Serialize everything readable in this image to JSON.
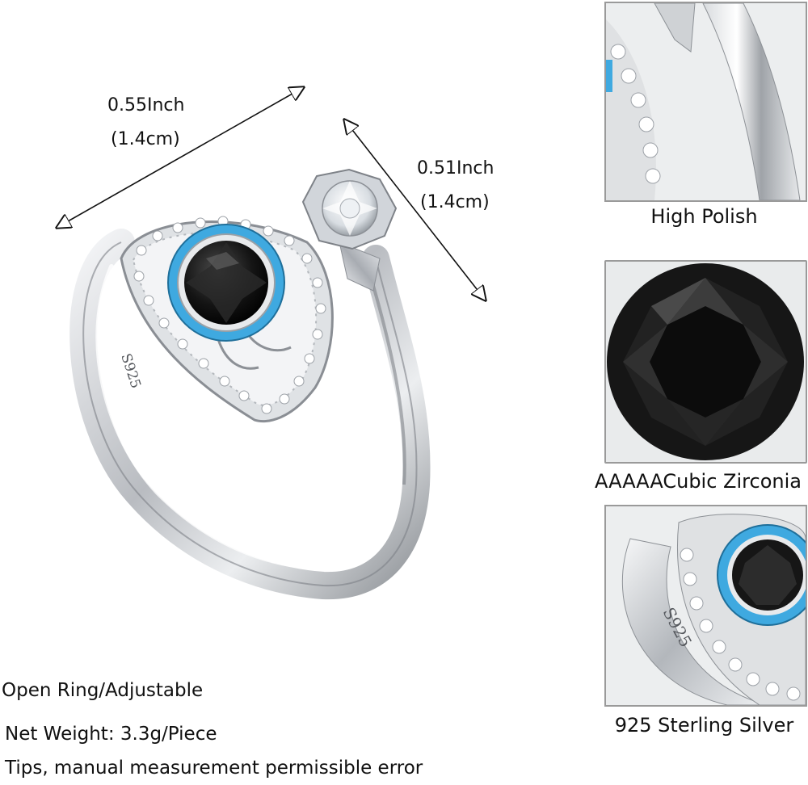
{
  "measurements": {
    "width_inch": "0.55Inch",
    "width_cm": "(1.4cm)",
    "height_inch": "0.51Inch",
    "height_cm": "(1.4cm)"
  },
  "ring": {
    "stamp": "S925",
    "colors": {
      "silver": "#c9ccd0",
      "enamel": "#3fa9e0",
      "stone": "#111111"
    }
  },
  "details": [
    {
      "caption": "High Polish",
      "icon": "polish-closeup"
    },
    {
      "caption": "AAAAACubic Zirconia",
      "icon": "black-gem-closeup"
    },
    {
      "caption": "925 Sterling Silver",
      "icon": "s925-stamp-closeup",
      "stamp": "S925"
    }
  ],
  "specs": [
    "Open Ring/Adjustable",
    "Net Weight: 3.3g/Piece",
    "Tips, manual measurement permissible error"
  ]
}
